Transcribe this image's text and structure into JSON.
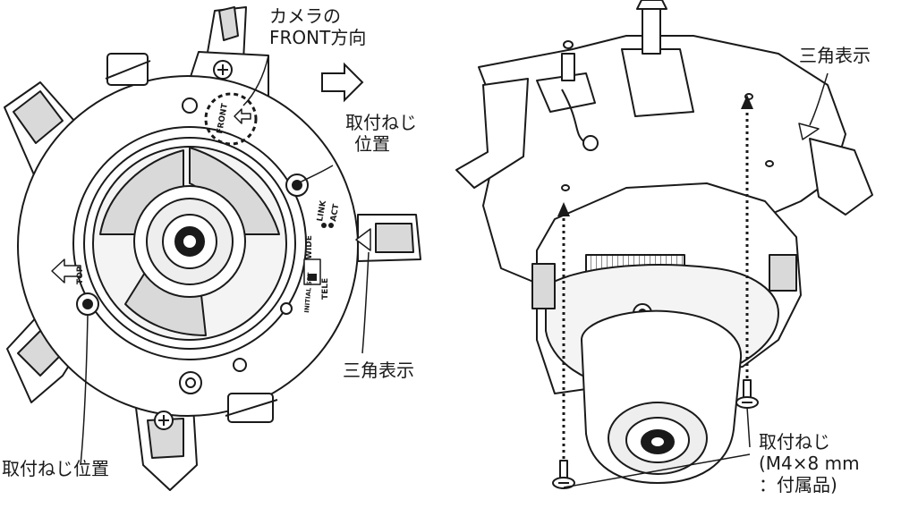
{
  "labels": {
    "front_direction": {
      "line1": "カメラの",
      "line2": "FRONT方向"
    },
    "screw_position_upper": {
      "line1": "取付ねじ",
      "line2": "位置"
    },
    "screw_position_lower": "取付ねじ位置",
    "triangle_mark_left": "三角表示",
    "triangle_mark_right": "三角表示",
    "mounting_screw": {
      "line1": "取付ねじ",
      "line2": "(M4×8 mm",
      "line3": "：付属品)"
    }
  },
  "body_markings": {
    "front": "FRONT",
    "top": "TOP",
    "link": "LINK",
    "act": "ACT",
    "wide": "WIDE",
    "tele": "TELE",
    "initial_set": "INITIAL SET"
  },
  "icons": [
    "right-arrow-icon",
    "screw-icon"
  ],
  "colors": {
    "line": "#1a1a1a",
    "fill": "#ffffff",
    "shade": "#d9d9d9"
  }
}
